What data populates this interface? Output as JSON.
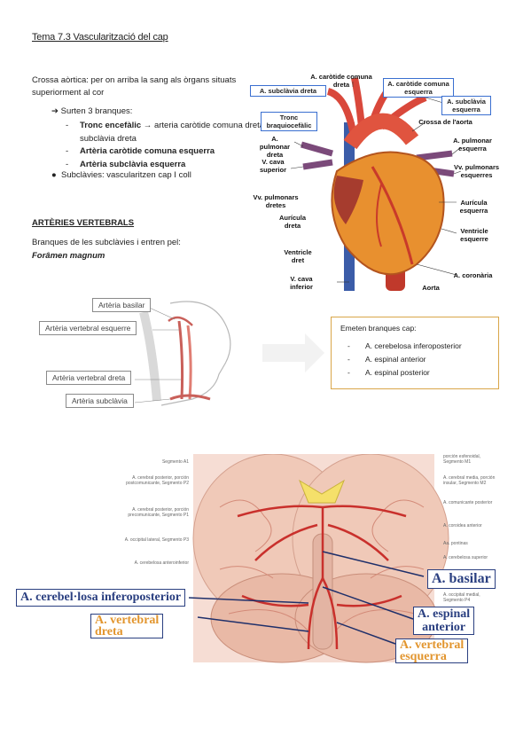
{
  "title": "Tema 7.3 Vascularització del cap",
  "intro": "Crossa aòrtica: per on arriba la sang als òrgans situats superiorment al cor",
  "arrow_text": "Surten 3 branques:",
  "branches": [
    {
      "strong": "Tronc encefàlic",
      "rest": " → arteria caròtide comuna dreta i subclàvia dreta"
    },
    {
      "strong": "Artèria caròtide comuna esquerra",
      "rest": ""
    },
    {
      "strong": "Artèria subclàvia esquerra",
      "rest": ""
    }
  ],
  "bullet_text": "Subclàvies: vascularitzen cap I coll",
  "section_title": "ARTÈRIES VERTEBRALS",
  "enter_text": "Branques de les subclàvies i entren pel:",
  "foramen": "Forâmen magnum",
  "heart": {
    "labels": {
      "carotide_dreta": "A. caròtide comuna dreta",
      "carotide_esquerra": "A. caròtide comuna esquerra",
      "subclavia_dreta": "A. subclàvia dreta",
      "subclavia_esquerra": "A. subclàvia esquerra",
      "tronc": "Tronc braquiocefàlic",
      "crossa": "Crossa de l'aorta",
      "pulmonar_dreta": "A. pulmonar dreta",
      "pulmonar_esquerra": "A. pulmonar esquerra",
      "cava_superior": "V. cava superior",
      "vv_pulm_esquerres": "Vv. pulmonars esquerres",
      "vv_pulm_dretes": "Vv. pulmonars dretes",
      "auricula_esquerra": "Aurícula esquerra",
      "auricula_dreta": "Aurícula dreta",
      "ventricle_esquerre": "Ventricle esquerre",
      "ventricle_dret": "Ventricle dret",
      "coronaria": "A. coronària",
      "cava_inferior": "V. cava inferior",
      "aorta": "Aorta"
    }
  },
  "neck": {
    "basilar": "Artèria basilar",
    "vertebral_esquerre": "Artèria vertebral esquerre",
    "vertebral_dreta": "Artèria vertebral dreta",
    "subclavia": "Artèria subclàvia"
  },
  "cap_box": {
    "title": "Emeten branques cap:",
    "items": [
      "A. cerebelosa inferoposterior",
      "A. espinal anterior",
      "A. espinal posterior"
    ]
  },
  "brain": {
    "small_left": [
      "Segmento A1",
      "A. cerebral posterior, porción postcomunicante, Segmento P2",
      "A. cerebral posterior, porción precomunicante, Segmento P1",
      "A. occipital lateral, Segmento P3",
      "A. cerebelosa anteroinferior"
    ],
    "small_right": [
      "porción esfenoidal, Segmento M1",
      "A. cerebral media, porción insular, Segmento M2",
      "A. comunicante posterior",
      "A. coroidea anterior",
      "Aa. pontinas",
      "A. cerebelosa superior",
      "A. occipital medial, Segmento P4"
    ],
    "basilar": "A. basilar",
    "cerebelosa": "A. cerebel·losa inferoposterior",
    "espinal_anterior_1": "A. espinal",
    "espinal_anterior_2": "anterior",
    "vertebral_dreta_1": "A. vertebral",
    "vertebral_dreta_2": "dreta",
    "vertebral_esquerra_1": "A. vertebral",
    "vertebral_esquerra_2": "esquerra"
  }
}
